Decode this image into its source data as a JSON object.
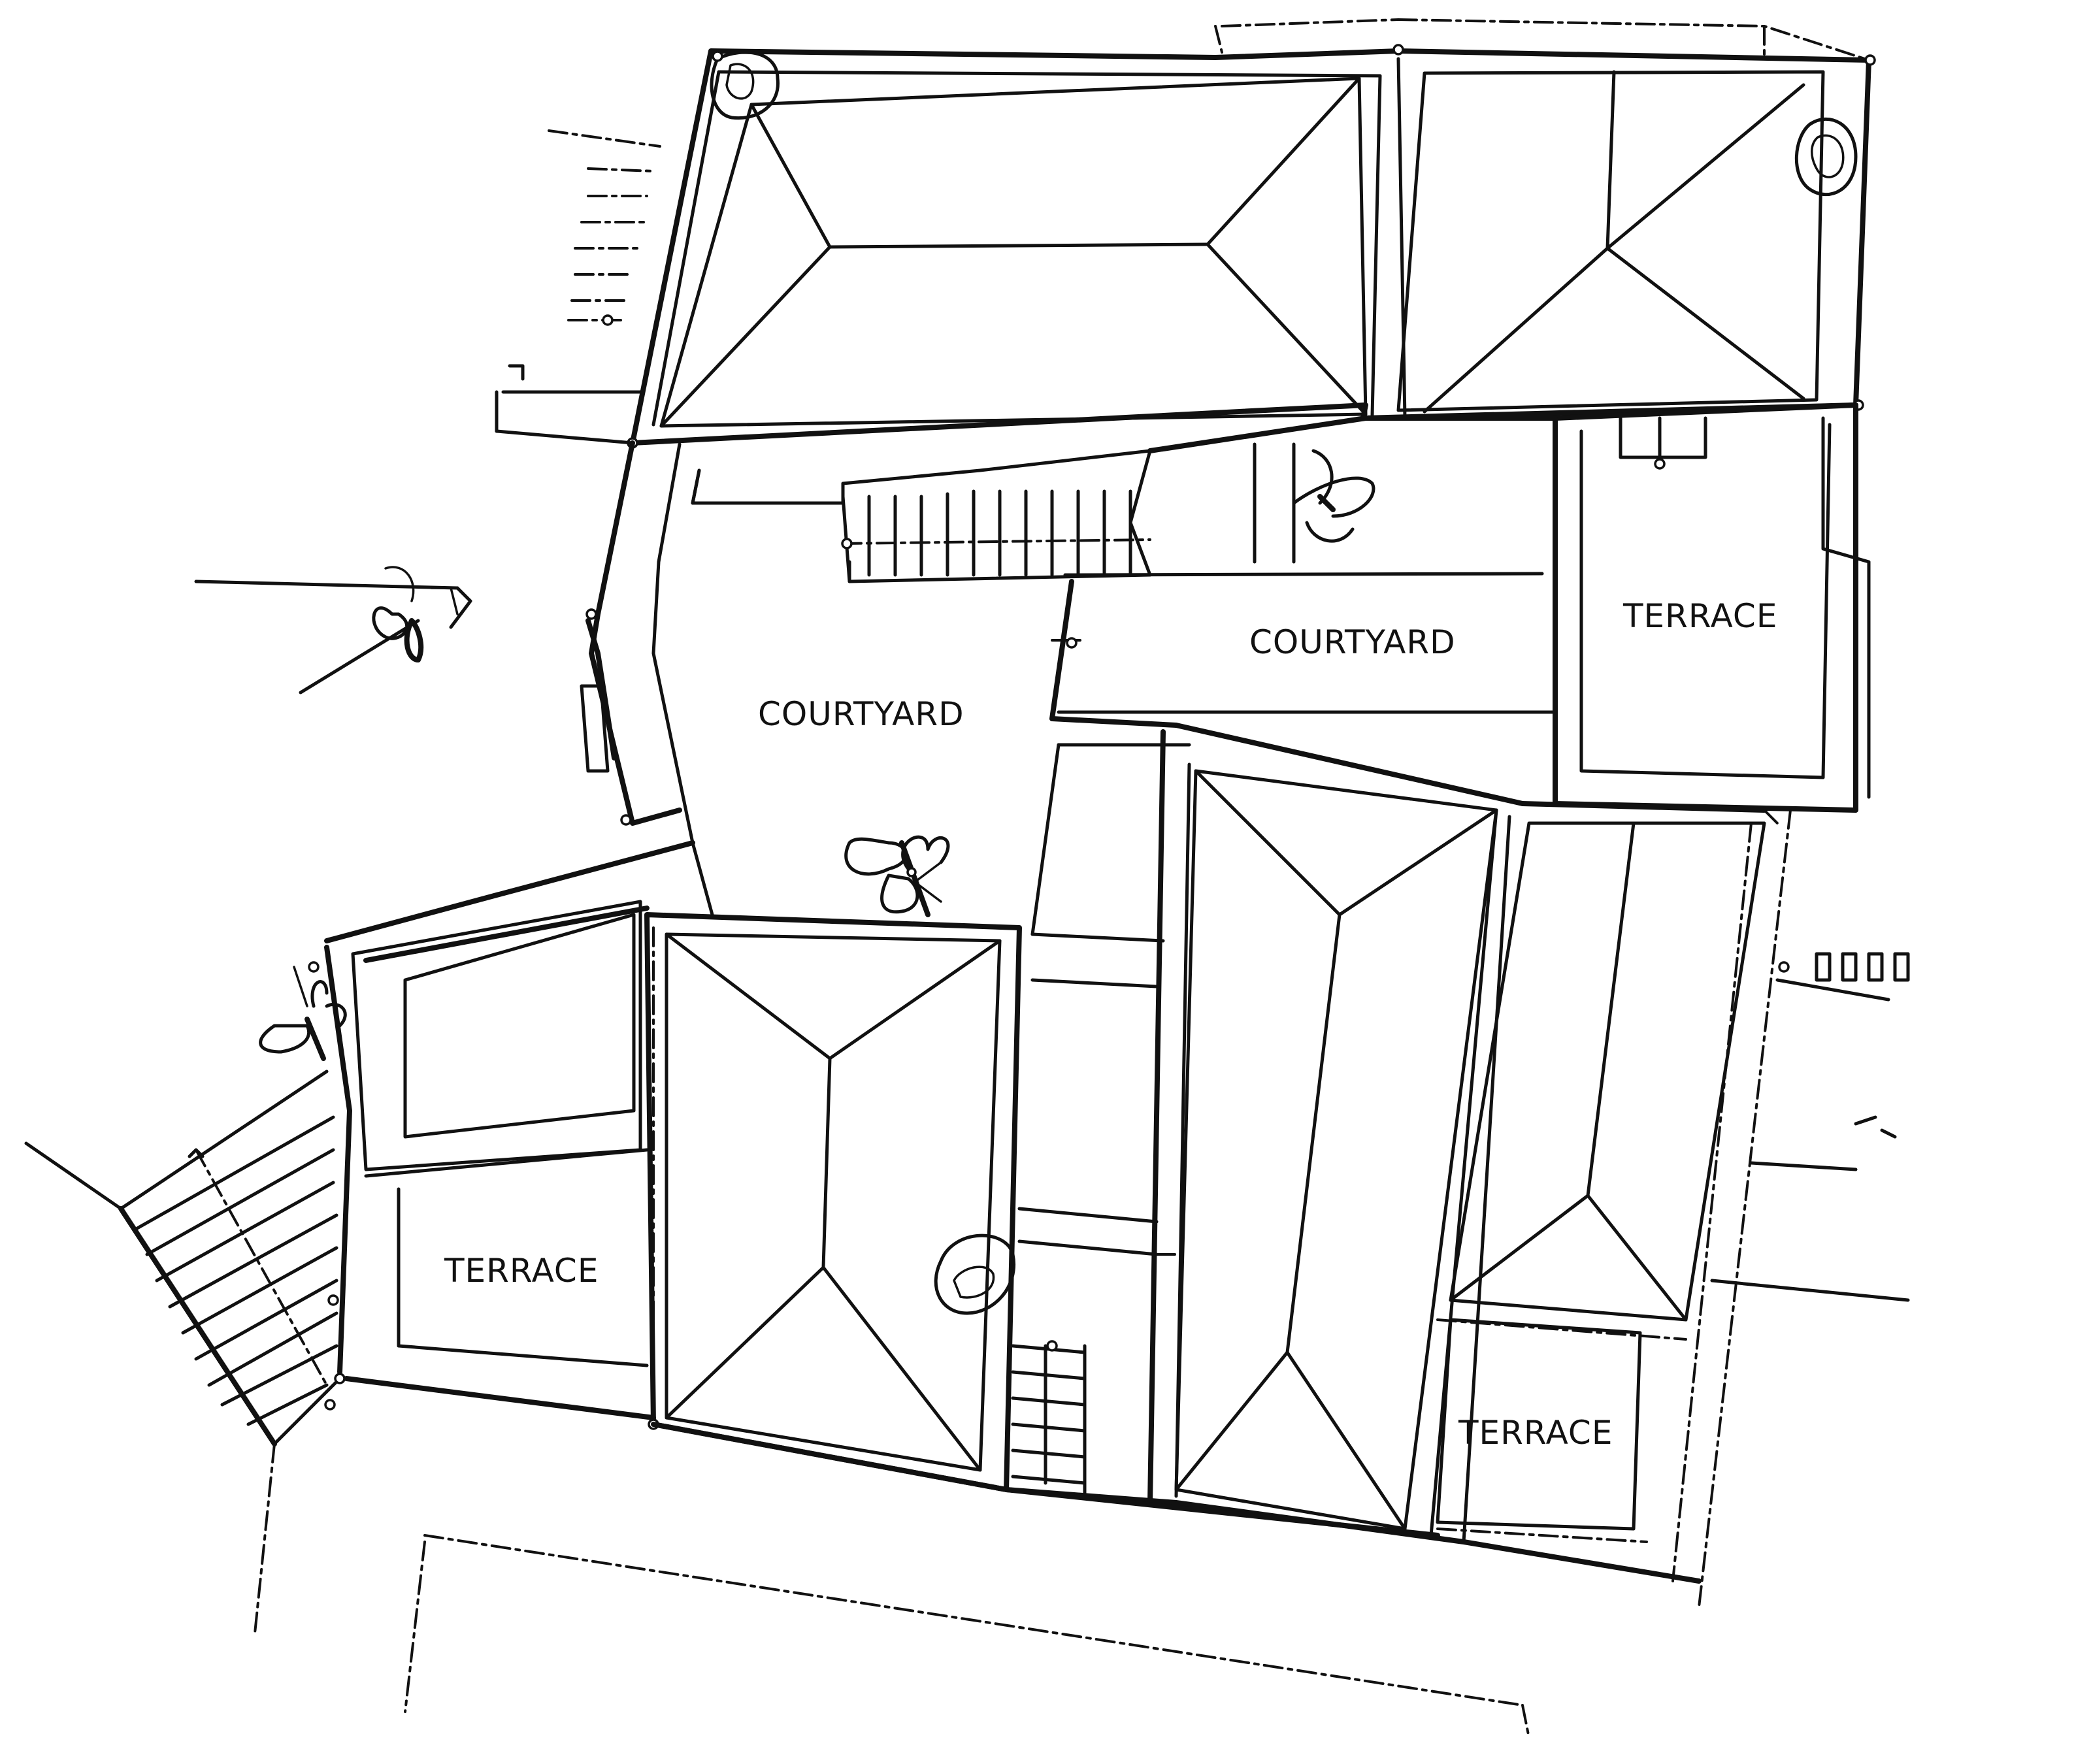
{
  "labels": {
    "courtyard_left": "COURTYARD",
    "courtyard_right": "COURTYARD",
    "terrace_top_right": "TERRACE",
    "terrace_left": "TERRACE",
    "terrace_bottom_right": "TERRACE"
  },
  "colors": {
    "ink": "#111111",
    "paper": "#ffffff"
  },
  "icons": [
    "tree-symbol",
    "pot-plant-symbol",
    "stair-arrow"
  ]
}
